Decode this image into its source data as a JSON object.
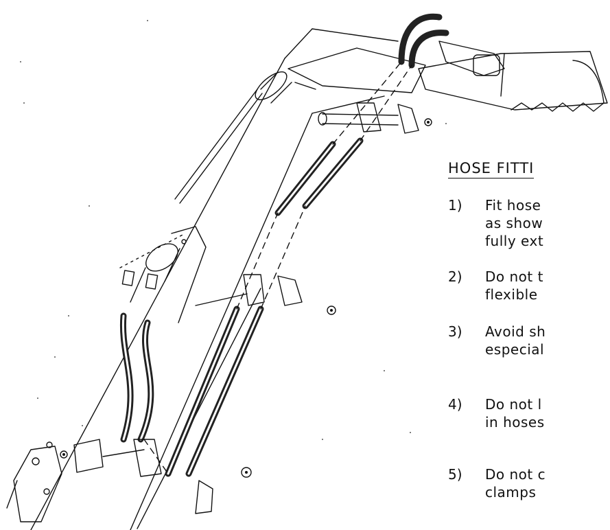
{
  "section": {
    "heading": "HOSE FITTI"
  },
  "steps": [
    {
      "number": "1)",
      "lines": [
        "Fit hose",
        "as  show",
        "fully ext"
      ]
    },
    {
      "number": "2)",
      "lines": [
        "Do not t",
        "flexible"
      ]
    },
    {
      "number": "3)",
      "lines": [
        "Avoid sh",
        "especial"
      ]
    },
    {
      "number": "4)",
      "lines": [
        "Do not l",
        "in hoses"
      ]
    },
    {
      "number": "5)",
      "lines": [
        "Do not c",
        "clamps"
      ]
    }
  ]
}
